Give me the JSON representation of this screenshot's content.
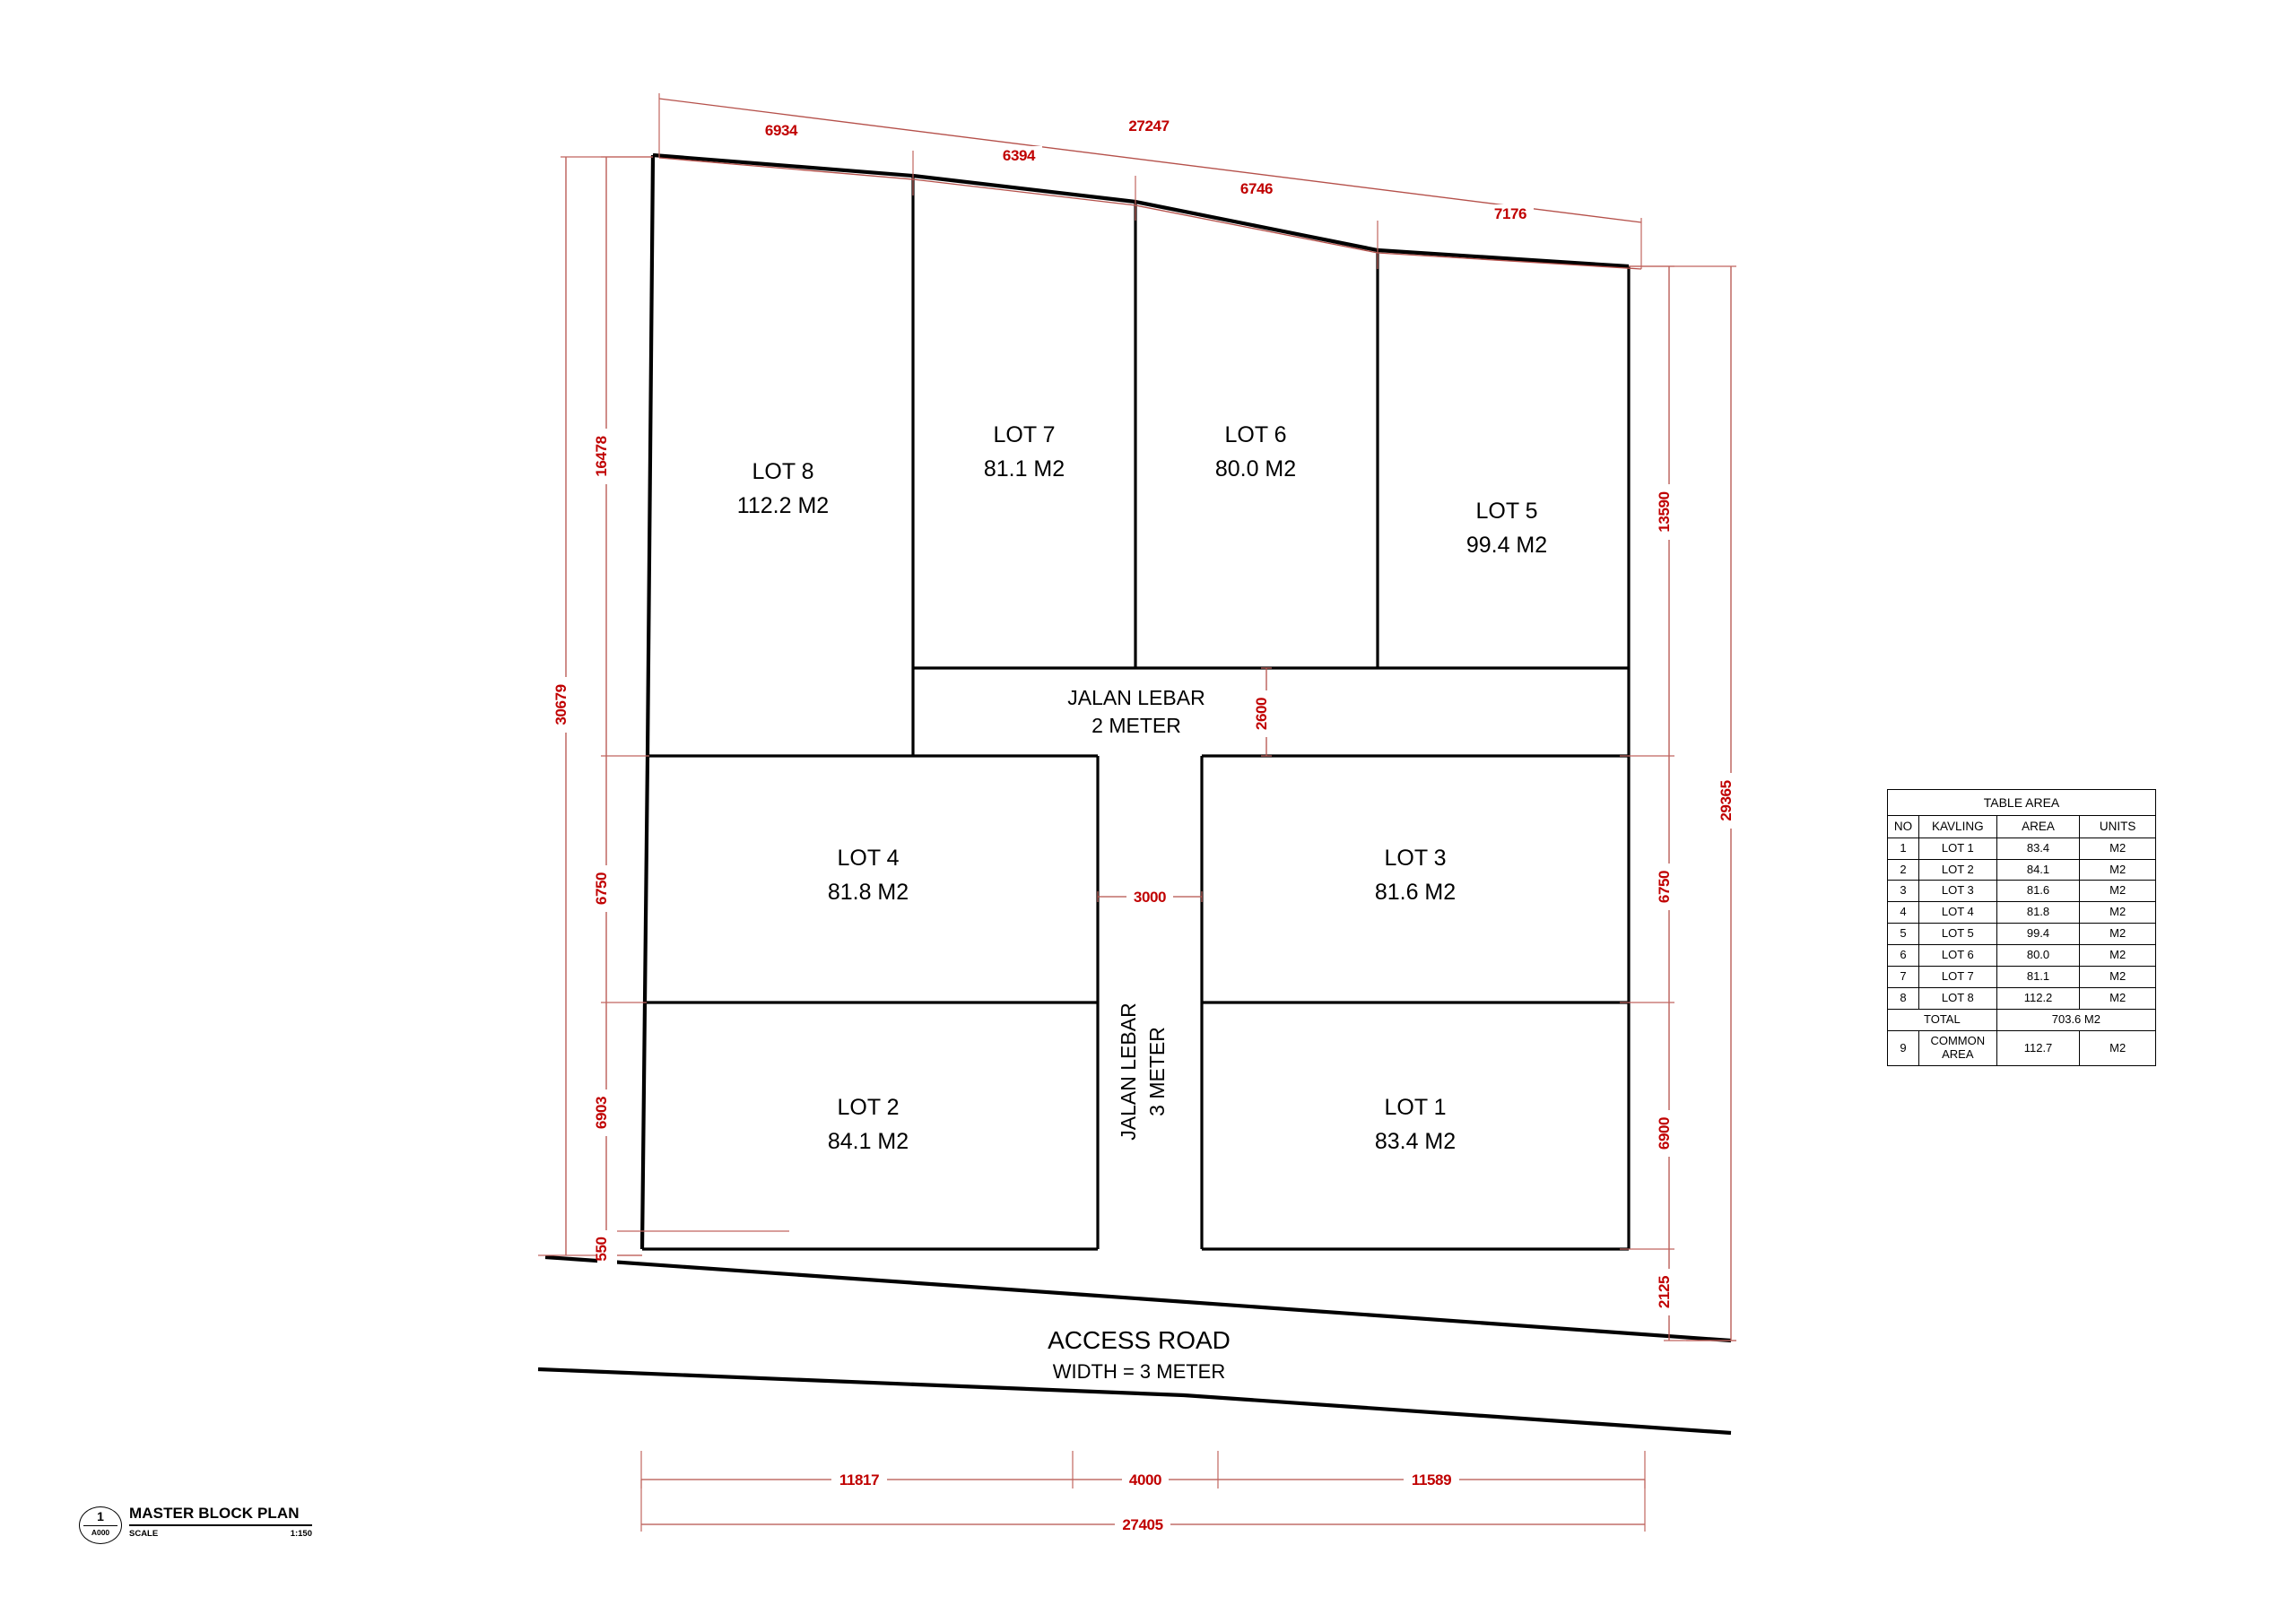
{
  "drawing": {
    "title": "MASTER BLOCK PLAN",
    "detail_number": "1",
    "sheet_ref": "A000",
    "scale_label": "SCALE",
    "scale_value": "1:150"
  },
  "lots": [
    {
      "name": "LOT 8",
      "area": "112.2 M2"
    },
    {
      "name": "LOT 7",
      "area": "81.1 M2"
    },
    {
      "name": "LOT 6",
      "area": "80.0 M2"
    },
    {
      "name": "LOT 5",
      "area": "99.4 M2"
    },
    {
      "name": "LOT 4",
      "area": "81.8 M2"
    },
    {
      "name": "LOT 3",
      "area": "81.6 M2"
    },
    {
      "name": "LOT 2",
      "area": "84.1 M2"
    },
    {
      "name": "LOT 1",
      "area": "83.4 M2"
    }
  ],
  "roads": {
    "horizontal_road_line1": "JALAN LEBAR",
    "horizontal_road_line2": "2 METER",
    "vertical_road_line1": "JALAN LEBAR",
    "vertical_road_line2": "3 METER",
    "access_road_line1": "ACCESS ROAD",
    "access_road_line2": "WIDTH = 3 METER"
  },
  "dimensions": {
    "top_chain": [
      "6934",
      "6394",
      "6746",
      "7176"
    ],
    "top_overall": "27247",
    "left_chain": [
      "16478",
      "6750",
      "6903",
      "550"
    ],
    "left_overall": "30679",
    "right_chain": [
      "13590",
      "6750",
      "6900",
      "2125"
    ],
    "right_overall": "29365",
    "bottom_chain": [
      "11817",
      "4000",
      "11589"
    ],
    "bottom_overall": "27405",
    "internal_road_v": "2600",
    "internal_road_h": "3000"
  },
  "table": {
    "title": "TABLE AREA",
    "columns": [
      "NO",
      "KAVLING",
      "AREA",
      "UNITS"
    ],
    "rows": [
      {
        "no": "1",
        "kavling": "LOT 1",
        "area": "83.4",
        "units": "M2"
      },
      {
        "no": "2",
        "kavling": "LOT 2",
        "area": "84.1",
        "units": "M2"
      },
      {
        "no": "3",
        "kavling": "LOT 3",
        "area": "81.6",
        "units": "M2"
      },
      {
        "no": "4",
        "kavling": "LOT 4",
        "area": "81.8",
        "units": "M2"
      },
      {
        "no": "5",
        "kavling": "LOT 5",
        "area": "99.4",
        "units": "M2"
      },
      {
        "no": "6",
        "kavling": "LOT 6",
        "area": "80.0",
        "units": "M2"
      },
      {
        "no": "7",
        "kavling": "LOT 7",
        "area": "81.1",
        "units": "M2"
      },
      {
        "no": "8",
        "kavling": "LOT 8",
        "area": "112.2",
        "units": "M2"
      }
    ],
    "total_label": "TOTAL",
    "total_value": "703.6 M2",
    "common_no": "9",
    "common_label_line1": "COMMON",
    "common_label_line2": "AREA",
    "common_area": "112.7",
    "common_units": "M2"
  },
  "colors": {
    "dimension_red": "#c00000",
    "line_black": "#000000",
    "paper": "#ffffff"
  }
}
